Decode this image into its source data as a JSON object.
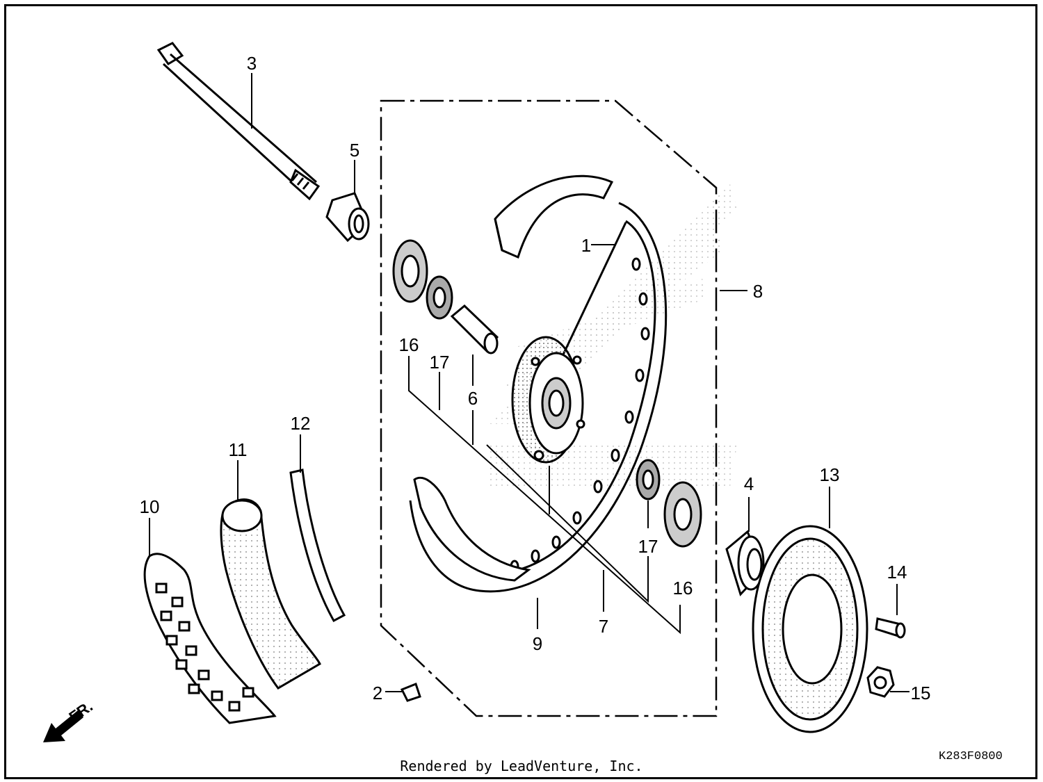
{
  "diagram": {
    "callouts": [
      "1",
      "2",
      "3",
      "4",
      "5",
      "6",
      "7",
      "8",
      "9",
      "10",
      "11",
      "12",
      "13",
      "14",
      "15",
      "16",
      "16",
      "17",
      "17"
    ],
    "direction_label": "FR.",
    "code": "K283F0800",
    "credit": "Rendered by LeadVenture, Inc."
  }
}
